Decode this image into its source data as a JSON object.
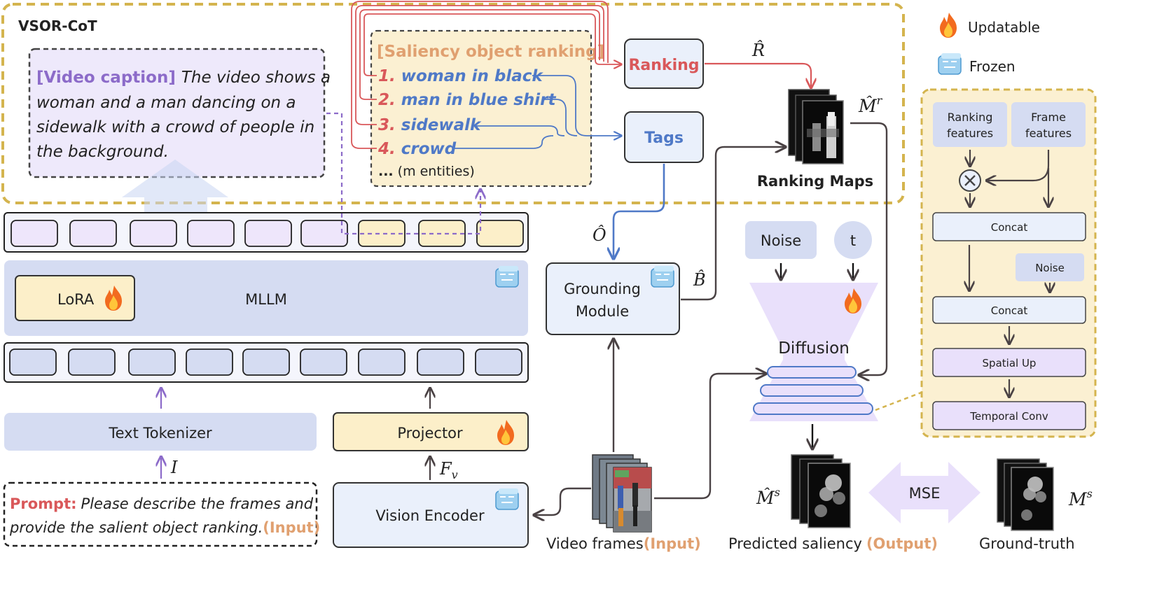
{
  "legend": {
    "updatable": "Updatable",
    "frozen": "Frozen"
  },
  "cot": {
    "title": "VSOR-CoT",
    "caption_tag": "[Video caption]",
    "caption_lines": [
      "The video shows a",
      "woman and a man dancing on a",
      "sidewalk with a crowd of people in",
      "the background."
    ],
    "ranking_title": "[Saliency object ranking]",
    "entities": [
      {
        "num": "1.",
        "text": "woman in black"
      },
      {
        "num": "2.",
        "text": "man in blue shirt"
      },
      {
        "num": "3.",
        "text": "sidewalk"
      },
      {
        "num": "4.",
        "text": "crowd"
      }
    ],
    "more_dots": "...",
    "more_text": "(m entities)",
    "ranking_box": "Ranking",
    "tags_box": "Tags"
  },
  "symbols": {
    "r_hat": "R̂",
    "m_r": "M̂",
    "m_r_sup": "r",
    "o_hat": "Ô",
    "b_hat": "B̂",
    "m_s_hat": "M̂",
    "m_s_hat_sup": "s",
    "m_s": "M",
    "m_s_sup": "s",
    "i": "I",
    "fv": "F",
    "fv_sub": "v"
  },
  "ranking_maps_label": "Ranking Maps",
  "mllm": {
    "label": "MLLM",
    "lora": "LoRA"
  },
  "text_tokenizer": "Text Tokenizer",
  "projector": "Projector",
  "vision_encoder": "Vision Encoder",
  "prompt": {
    "tag": "Prompt:",
    "line1": "Please describe the frames and",
    "line2": "provide the salient object ranking.",
    "input_tag": "(Input)"
  },
  "grounding": {
    "line1": "Grounding",
    "line2": "Module"
  },
  "noise": "Noise",
  "t": "t",
  "diffusion": "Diffusion",
  "video_frames": {
    "label": "Video frames",
    "tag": "(Input)"
  },
  "predicted": {
    "label": "Predicted saliency",
    "tag": "(Output)"
  },
  "mse": "MSE",
  "ground_truth": "Ground-truth",
  "detail": {
    "ranking_features": [
      "Ranking",
      "features"
    ],
    "frame_features": [
      "Frame",
      "features"
    ],
    "concat1": "Concat",
    "noise": "Noise",
    "concat2": "Concat",
    "spatial_up": "Spatial Up",
    "temporal_conv": "Temporal Conv"
  },
  "colors": {
    "gold_dash": "#D4B44E",
    "cot_box": "#FBF0D2",
    "caption_box": "#EEE9FB",
    "purple": "#8C6BC9",
    "red": "#D9585A",
    "blue": "#4F79C7",
    "blue_box": "#D5DCF2",
    "light_box": "#EAF0FB",
    "yellow_box": "#FCEFC9",
    "lilac": "#E9E0FB",
    "arrow": "#4a4244",
    "orange": "#E0A070"
  }
}
